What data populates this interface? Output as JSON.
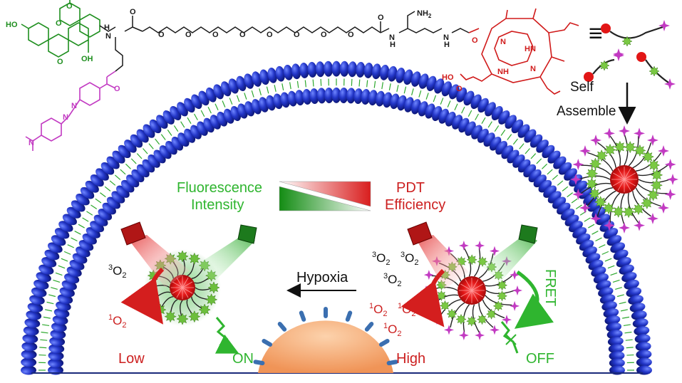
{
  "colors": {
    "fluorescein": "#1f8f1f",
    "linker": "#1a1a1a",
    "porphyrin": "#d01a1a",
    "quencher": "#c23ac2",
    "membrane": "#1a2fbf",
    "nucleus": "#f4a46a",
    "green_text": "#2fb52f",
    "red_text": "#cc1f1f"
  },
  "molecule": {
    "fluorescein_labels": {
      "ho": "HO",
      "oh": "OH",
      "o_carbonyl": "O",
      "o_ring": "O",
      "o_bridge": "O"
    },
    "linker_labels": {
      "nh_left": "H",
      "n_left": "N",
      "o_amide": "O",
      "amide_nh2": "NH",
      "sub2": "2",
      "o_right": "O",
      "n_right": "N",
      "h_right": "H",
      "h_sidechain": "H",
      "n_sidechain": "N"
    },
    "linker_oxygens": [
      "O",
      "O",
      "O",
      "O",
      "O",
      "O",
      "O",
      "O"
    ],
    "porphyrin_labels": {
      "ho": "HO",
      "o_acid": "O",
      "nh1": "NH",
      "nh2": "HN",
      "n1": "N",
      "n2": "N",
      "o_top": "O"
    },
    "quencher_labels": {
      "o_carbonyl": "O",
      "n_azo1": "N",
      "n_azo2": "N",
      "n_dimethyl": "N"
    }
  },
  "equivalence_symbol": "≡",
  "self_assemble": {
    "line1": "Self",
    "line2": "Assemble"
  },
  "gradient_labels": {
    "fluorescence_line1": "Fluorescence",
    "fluorescence_line2": "Intensity",
    "pdt_line1": "PDT",
    "pdt_line2": "Efficiency"
  },
  "hypoxia_label": "Hypoxia",
  "left_state": {
    "triplet": "3",
    "triplet_o": "O",
    "sub": "2",
    "singlet": "1",
    "singlet_o": "O",
    "level": "Low",
    "signal": "ON"
  },
  "right_state": {
    "triplet": "3",
    "triplet_o": "O",
    "singlet": "1",
    "singlet_o": "O",
    "sub": "2",
    "fret": "FRET",
    "level": "High",
    "signal": "OFF"
  }
}
